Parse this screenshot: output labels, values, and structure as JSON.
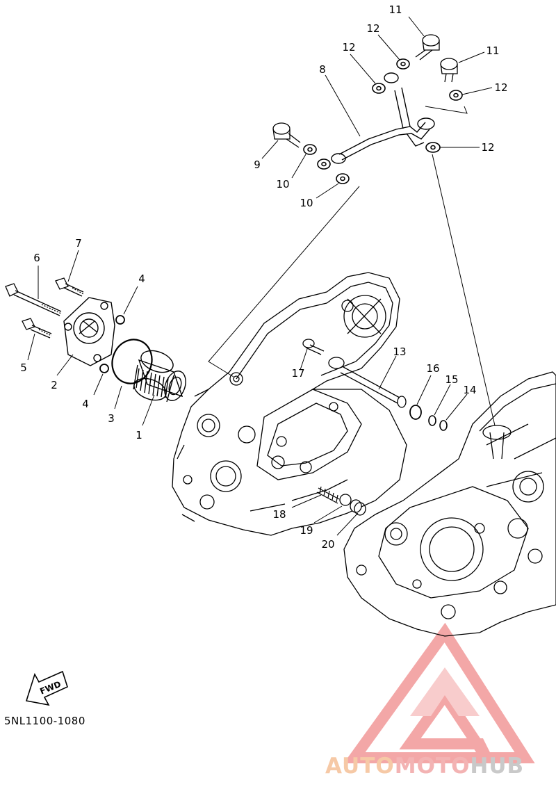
{
  "diagram_code": "5NL1100-1080",
  "fwd_label": "FWD",
  "brand": {
    "part1": "AUTO",
    "part2": "MOTO",
    "part3": "HUB",
    "colors": {
      "part1": "#f6c9a6",
      "part2": "#f3b3b3",
      "part3": "#c9c9c9",
      "logo": "#f08a8a"
    }
  },
  "callouts": {
    "c1": "1",
    "c2": "2",
    "c3": "3",
    "c4a": "4",
    "c4b": "4",
    "c5": "5",
    "c6": "6",
    "c7": "7",
    "c8": "8",
    "c9": "9",
    "c10a": "10",
    "c10b": "10",
    "c11a": "11",
    "c11b": "11",
    "c12a": "12",
    "c12b": "12",
    "c12c": "12",
    "c12d": "12",
    "c13": "13",
    "c14": "14",
    "c15": "15",
    "c16": "16",
    "c17": "17",
    "c18": "18",
    "c19": "19",
    "c20": "20"
  }
}
